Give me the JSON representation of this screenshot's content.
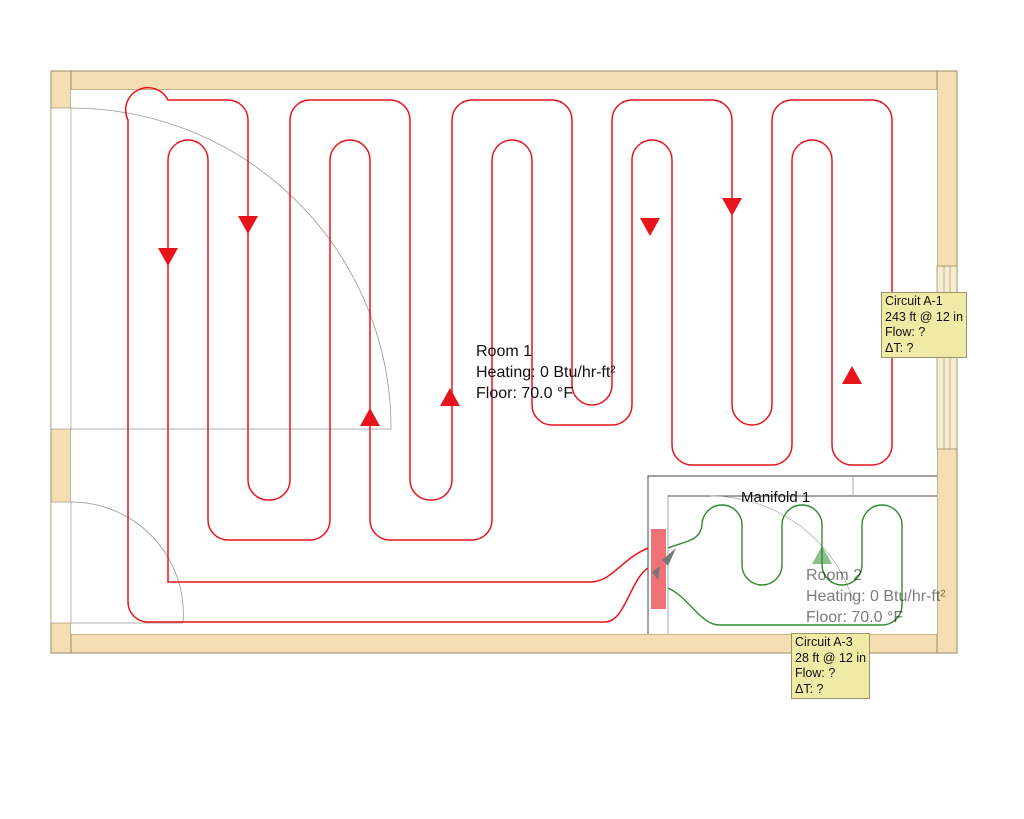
{
  "rooms": [
    {
      "name": "Room 1",
      "heating": "Heating: 0 Btu/hr-ft²",
      "floor": "Floor: 70.0 °F"
    },
    {
      "name": "Room 2",
      "heating": "Heating: 0 Btu/hr-ft²",
      "floor": "Floor: 70.0 °F"
    }
  ],
  "manifold": {
    "name": "Manifold 1"
  },
  "circuits": [
    {
      "name": "Circuit A-1",
      "length": "243 ft @ 12 in",
      "flow": "Flow: ?",
      "delta_t": "ΔT: ?",
      "color": "#e8141b"
    },
    {
      "name": "Circuit A-3",
      "length": "28 ft @ 12 in",
      "flow": "Flow: ?",
      "delta_t": "ΔT: ?",
      "color": "#2e8b2e"
    }
  ],
  "colors": {
    "wall": "#f5deb3",
    "wall_edge": "#9c8a6a",
    "note_bg": "#f1eaa6",
    "manifold": "#e8141b"
  }
}
